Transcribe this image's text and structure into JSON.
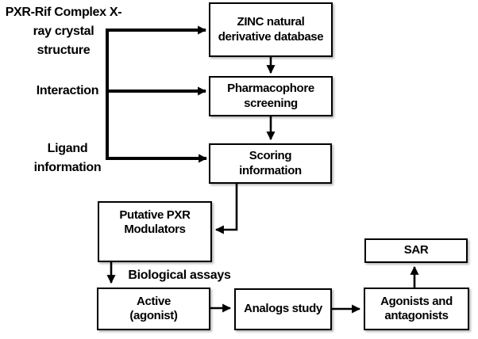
{
  "colors": {
    "line": "#000000",
    "box_border": "#000000",
    "box_fill": "#ffffff",
    "background": "#ffffff",
    "text": "#000000"
  },
  "diagram": {
    "inputs": [
      {
        "id": "crystal-structure",
        "label": "PXR-Rif Complex X-\nray crystal\nstructure"
      },
      {
        "id": "interaction",
        "label": "Interaction"
      },
      {
        "id": "ligand-information",
        "label": "Ligand\ninformation"
      }
    ],
    "nodes": [
      {
        "id": "zinc-database",
        "label": "ZINC natural\nderivative database"
      },
      {
        "id": "pharmacophore-screening",
        "label": "Pharmacophore\nscreening"
      },
      {
        "id": "scoring-information",
        "label": "Scoring\ninformation"
      },
      {
        "id": "putative-pxr-modulators",
        "label": "Putative PXR\nModulators"
      },
      {
        "id": "active-agonist",
        "label": "Active\n(agonist)"
      },
      {
        "id": "analogs-study",
        "label": "Analogs study"
      },
      {
        "id": "agonists-antagonists",
        "label": "Agonists and\nantagonists"
      },
      {
        "id": "sar",
        "label": "SAR"
      }
    ],
    "edge_label": "Biological assays",
    "edges": [
      {
        "from": "crystal-structure",
        "to": "zinc-database"
      },
      {
        "from": "interaction",
        "to": "pharmacophore-screening"
      },
      {
        "from": "ligand-information",
        "to": "scoring-information"
      },
      {
        "from": "zinc-database",
        "to": "pharmacophore-screening"
      },
      {
        "from": "pharmacophore-screening",
        "to": "scoring-information"
      },
      {
        "from": "scoring-information",
        "to": "putative-pxr-modulators"
      },
      {
        "from": "putative-pxr-modulators",
        "to": "active-agonist",
        "label": "Biological assays"
      },
      {
        "from": "active-agonist",
        "to": "analogs-study"
      },
      {
        "from": "analogs-study",
        "to": "agonists-antagonists"
      },
      {
        "from": "agonists-antagonists",
        "to": "sar"
      }
    ]
  }
}
